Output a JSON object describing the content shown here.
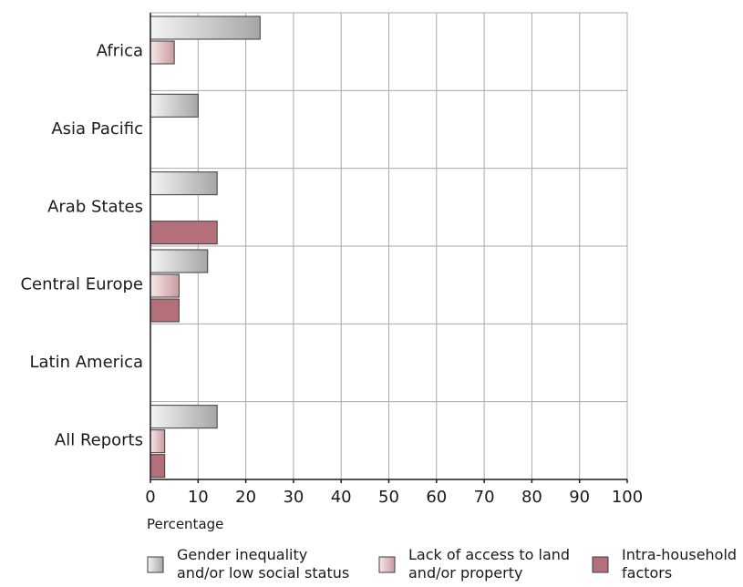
{
  "chart_data": {
    "type": "bar",
    "orientation": "horizontal",
    "categories": [
      "Africa",
      "Asia Pacific",
      "Arab States",
      "Central Europe",
      "Latin America",
      "All Reports"
    ],
    "series": [
      {
        "name": "Gender inequality and/or low social status",
        "name_lines": [
          "Gender inequality",
          "and/or low social status"
        ],
        "values": [
          23,
          10,
          14,
          12,
          0,
          14
        ],
        "color": "#e6e6e6",
        "color_light": "#f4f4f4",
        "color_dark": "#a6a6a6"
      },
      {
        "name": "Lack of access to land and/or property",
        "name_lines": [
          "Lack of access to land",
          "and/or property"
        ],
        "values": [
          5,
          0,
          0,
          6,
          0,
          3
        ],
        "color": "#e8c2c6",
        "color_light": "#f7e7e9",
        "color_dark": "#c89ba0"
      },
      {
        "name": "Intra-household factors",
        "name_lines": [
          "Intra-household",
          "factors"
        ],
        "values": [
          0,
          0,
          14,
          6,
          0,
          3
        ],
        "color": "#b3707a",
        "color_light": "#b3707a",
        "color_dark": "#b3707a"
      }
    ],
    "xlabel": "Percentage",
    "xlim": [
      0,
      100
    ],
    "xticks": [
      0,
      10,
      20,
      30,
      40,
      50,
      60,
      70,
      80,
      90,
      100
    ],
    "grid": true,
    "legend": "bottom"
  }
}
